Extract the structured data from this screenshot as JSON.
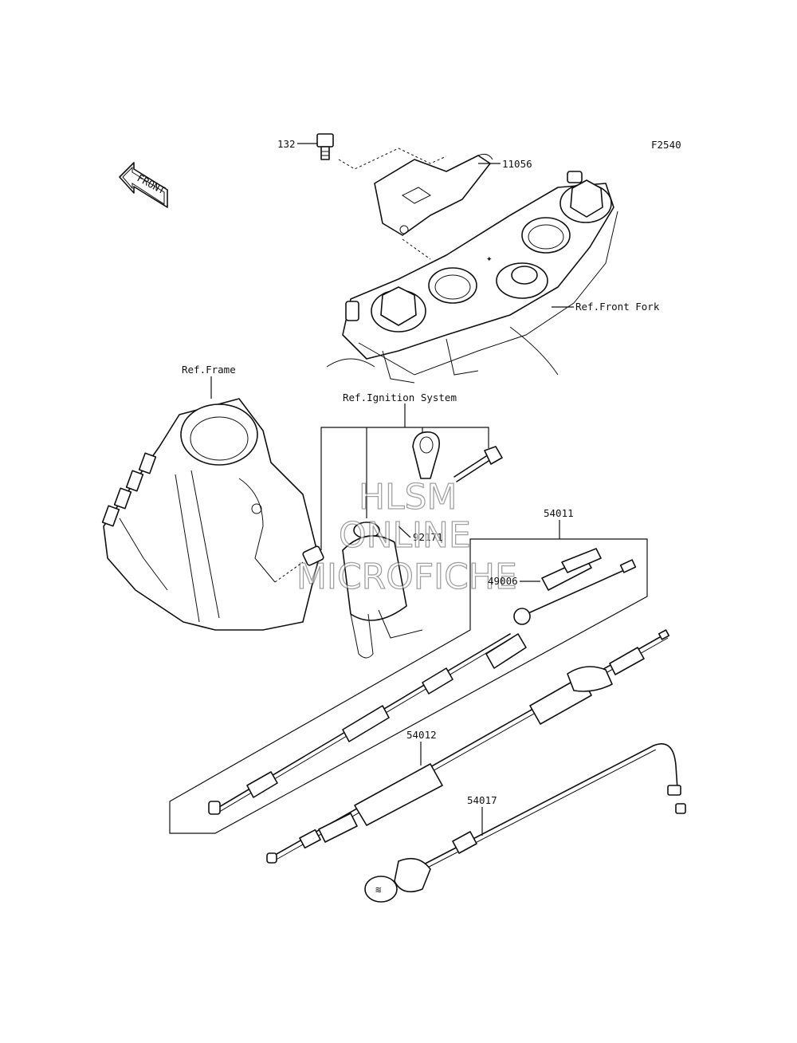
{
  "figure_code": "F2540",
  "front_arrow_text": "FRONT",
  "callouts": {
    "p132": "132",
    "p11056": "11056",
    "ref_front_fork": "Ref.Front Fork",
    "ref_frame": "Ref.Frame",
    "ref_ignition": "Ref.Ignition System",
    "p92171": "92171",
    "p54011": "54011",
    "p49006": "49006",
    "p54012": "54012",
    "p54017": "54017"
  },
  "watermark": {
    "line1": "HLSM",
    "line2": "ONLINE",
    "line3": "MICROFICHE"
  }
}
